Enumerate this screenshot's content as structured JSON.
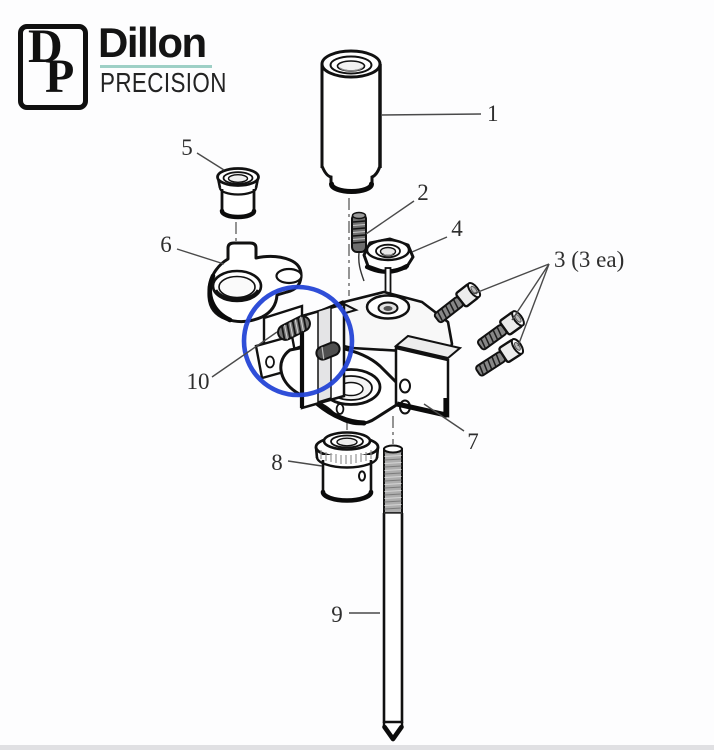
{
  "brand": {
    "monogram_d": "D",
    "monogram_p": "P",
    "name": "Dillon",
    "division": "PRECISION",
    "accent_teal": "#9ed0c6"
  },
  "diagram": {
    "kind": "exploded-parts-diagram",
    "highlight_color": "#2444d6",
    "line_color": "#111111",
    "callouts": [
      {
        "label": "1"
      },
      {
        "label": "2"
      },
      {
        "label": "3 (3 ea)"
      },
      {
        "label": "4"
      },
      {
        "label": "5"
      },
      {
        "label": "6"
      },
      {
        "label": "7"
      },
      {
        "label": "8"
      },
      {
        "label": "9"
      },
      {
        "label": "10"
      }
    ]
  }
}
